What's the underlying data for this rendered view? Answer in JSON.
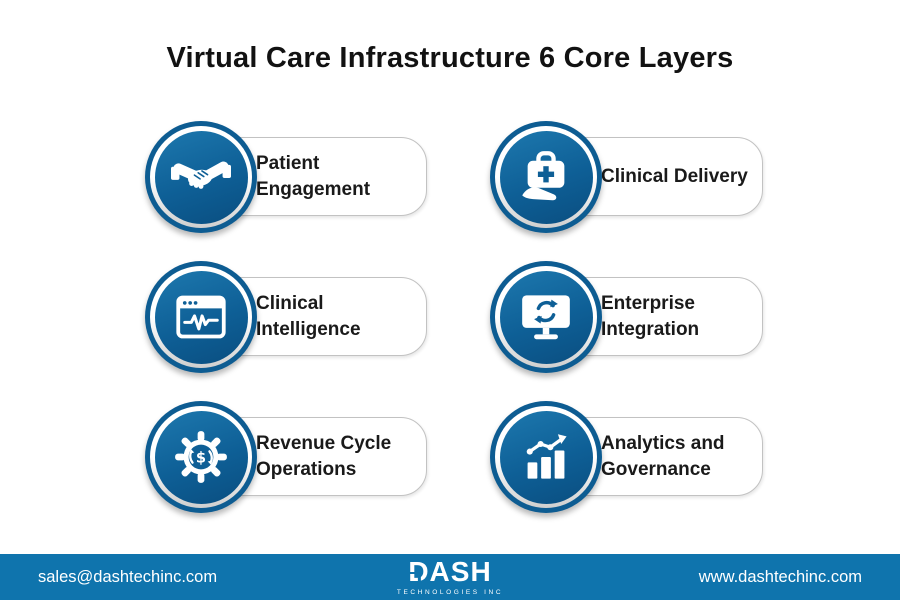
{
  "title": "Virtual Care Infrastructure 6 Core Layers",
  "layers": [
    {
      "label": "Patient Engagement",
      "icon": "handshake-icon"
    },
    {
      "label": "Clinical Delivery",
      "icon": "medical-bag-hand-icon"
    },
    {
      "label": "Clinical Intelligence",
      "icon": "browser-waveform-icon"
    },
    {
      "label": "Enterprise Integration",
      "icon": "monitor-sync-icon"
    },
    {
      "label": "Revenue Cycle Operations",
      "icon": "gear-dollar-icon"
    },
    {
      "label": "Analytics and Governance",
      "icon": "bar-chart-trend-icon"
    }
  ],
  "icons": {
    "dollar_glyph": "$"
  },
  "footer": {
    "email": "sales@dashtechinc.com",
    "logo_text": "DASH",
    "logo_subtext": "TECHNOLOGIES INC",
    "website": "www.dashtechinc.com"
  },
  "colors": {
    "accent_blue": "#0f74ad",
    "badge_ring_blue": "#0d5c92",
    "badge_inner_top": "#1d78ae",
    "badge_inner_bottom": "#0a4e80",
    "card_border": "#c2c2c2",
    "text": "#1a1a1a",
    "background": "#ffffff"
  }
}
